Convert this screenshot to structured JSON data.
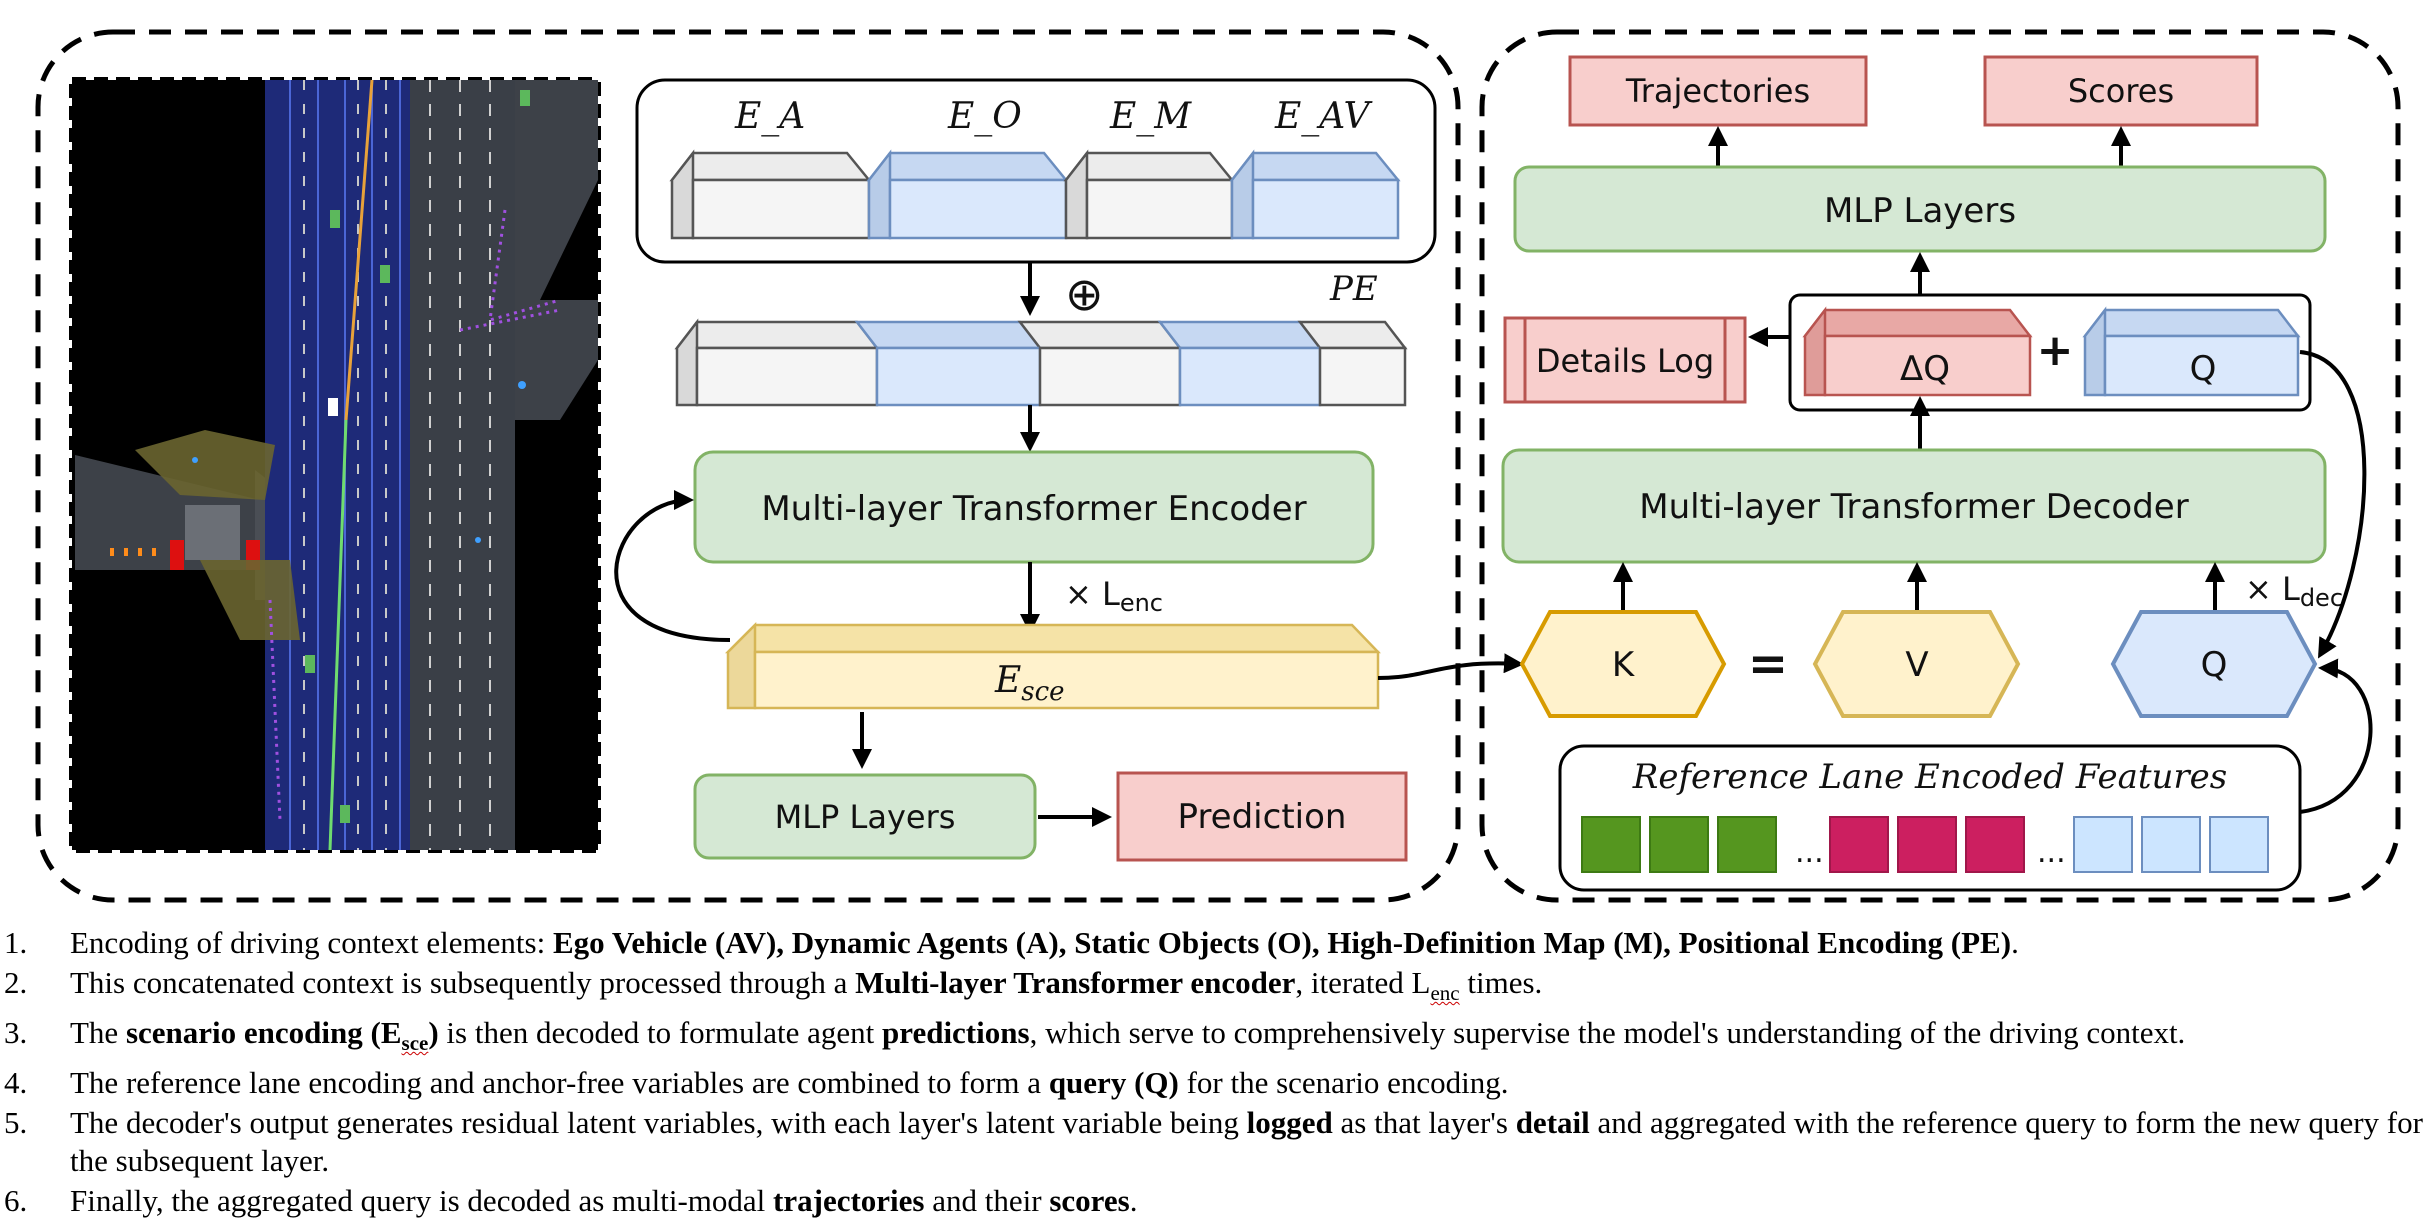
{
  "encoder": {
    "embed_labels": [
      "E_A",
      "E_O",
      "E_M",
      "E_AV"
    ],
    "pe_label": "PE",
    "oplus": "⊕",
    "encoder_box": "Multi-layer Transformer Encoder",
    "repeat_prefix": "× L",
    "repeat_sub": "enc",
    "sce_E": "E",
    "sce_sub": "sce",
    "mlp": "MLP Layers",
    "prediction": "Prediction"
  },
  "decoder": {
    "trajectories": "Trajectories",
    "scores": "Scores",
    "mlp": "MLP Layers",
    "details_log": "Details Log",
    "delta_q": "ΔQ",
    "plus": "+",
    "q": "Q",
    "decoder_box": "Multi-layer Transformer Decoder",
    "k": "K",
    "equals": "=",
    "v": "V",
    "q_hex": "Q",
    "repeat_prefix": "× L",
    "repeat_sub": "dec",
    "ref_lane_title": "Reference Lane Encoded  Features",
    "ellipsis": "..."
  },
  "colors": {
    "green_fill": "#d5e8d4",
    "green_stroke": "#82b366",
    "red_fill": "#f8cecc",
    "red_stroke": "#b85450",
    "blue_fill": "#dae8fc",
    "blue_stroke": "#6c8ebf",
    "yellow_fill": "#fff2cc",
    "yellow_stroke": "#d6b656",
    "orange_stroke": "#d79b00",
    "lane_green": "#55961f",
    "lane_magenta": "#cc1f60",
    "lane_blue": "#cce5ff"
  },
  "notes": [
    {
      "num": "1.",
      "parts": [
        {
          "t": "Encoding of driving context elements: "
        },
        {
          "t": "Ego Vehicle (AV), Dynamic Agents (A), Static Objects (O), High-Definition Map (M), Positional Encoding (PE)",
          "b": true
        },
        {
          "t": "."
        }
      ]
    },
    {
      "num": "2.",
      "parts": [
        {
          "t": "This concatenated context is subsequently processed through a "
        },
        {
          "t": "Multi-layer Transformer encoder",
          "b": true
        },
        {
          "t": ", iterated L"
        },
        {
          "t": "enc",
          "sub": true
        },
        {
          "t": " times."
        }
      ]
    },
    {
      "num": "3.",
      "parts": [
        {
          "t": "The "
        },
        {
          "t": "scenario encoding (E",
          "b": true
        },
        {
          "t": "sce",
          "b": true,
          "sub": true
        },
        {
          "t": ")",
          "b": true
        },
        {
          "t": " is then decoded to formulate agent "
        },
        {
          "t": "predictions",
          "b": true
        },
        {
          "t": ", which serve to comprehensively supervise the model's understanding of the driving context."
        }
      ]
    },
    {
      "num": "4.",
      "parts": [
        {
          "t": "The reference lane encoding and anchor-free variables are combined to form a "
        },
        {
          "t": "query (Q)",
          "b": true
        },
        {
          "t": " for the scenario encoding."
        }
      ]
    },
    {
      "num": "5.",
      "parts": [
        {
          "t": "The decoder's output generates residual latent variables, with each layer's latent variable being "
        },
        {
          "t": "logged",
          "b": true
        },
        {
          "t": " as that layer's "
        },
        {
          "t": "detail",
          "b": true
        },
        {
          "t": " and aggregated with the reference query to form the new query for the subsequent layer."
        }
      ]
    },
    {
      "num": "6.",
      "parts": [
        {
          "t": "Finally, the aggregated query is decoded as multi-modal "
        },
        {
          "t": "trajectories",
          "b": true
        },
        {
          "t": " and their "
        },
        {
          "t": "scores",
          "b": true
        },
        {
          "t": "."
        }
      ]
    }
  ]
}
